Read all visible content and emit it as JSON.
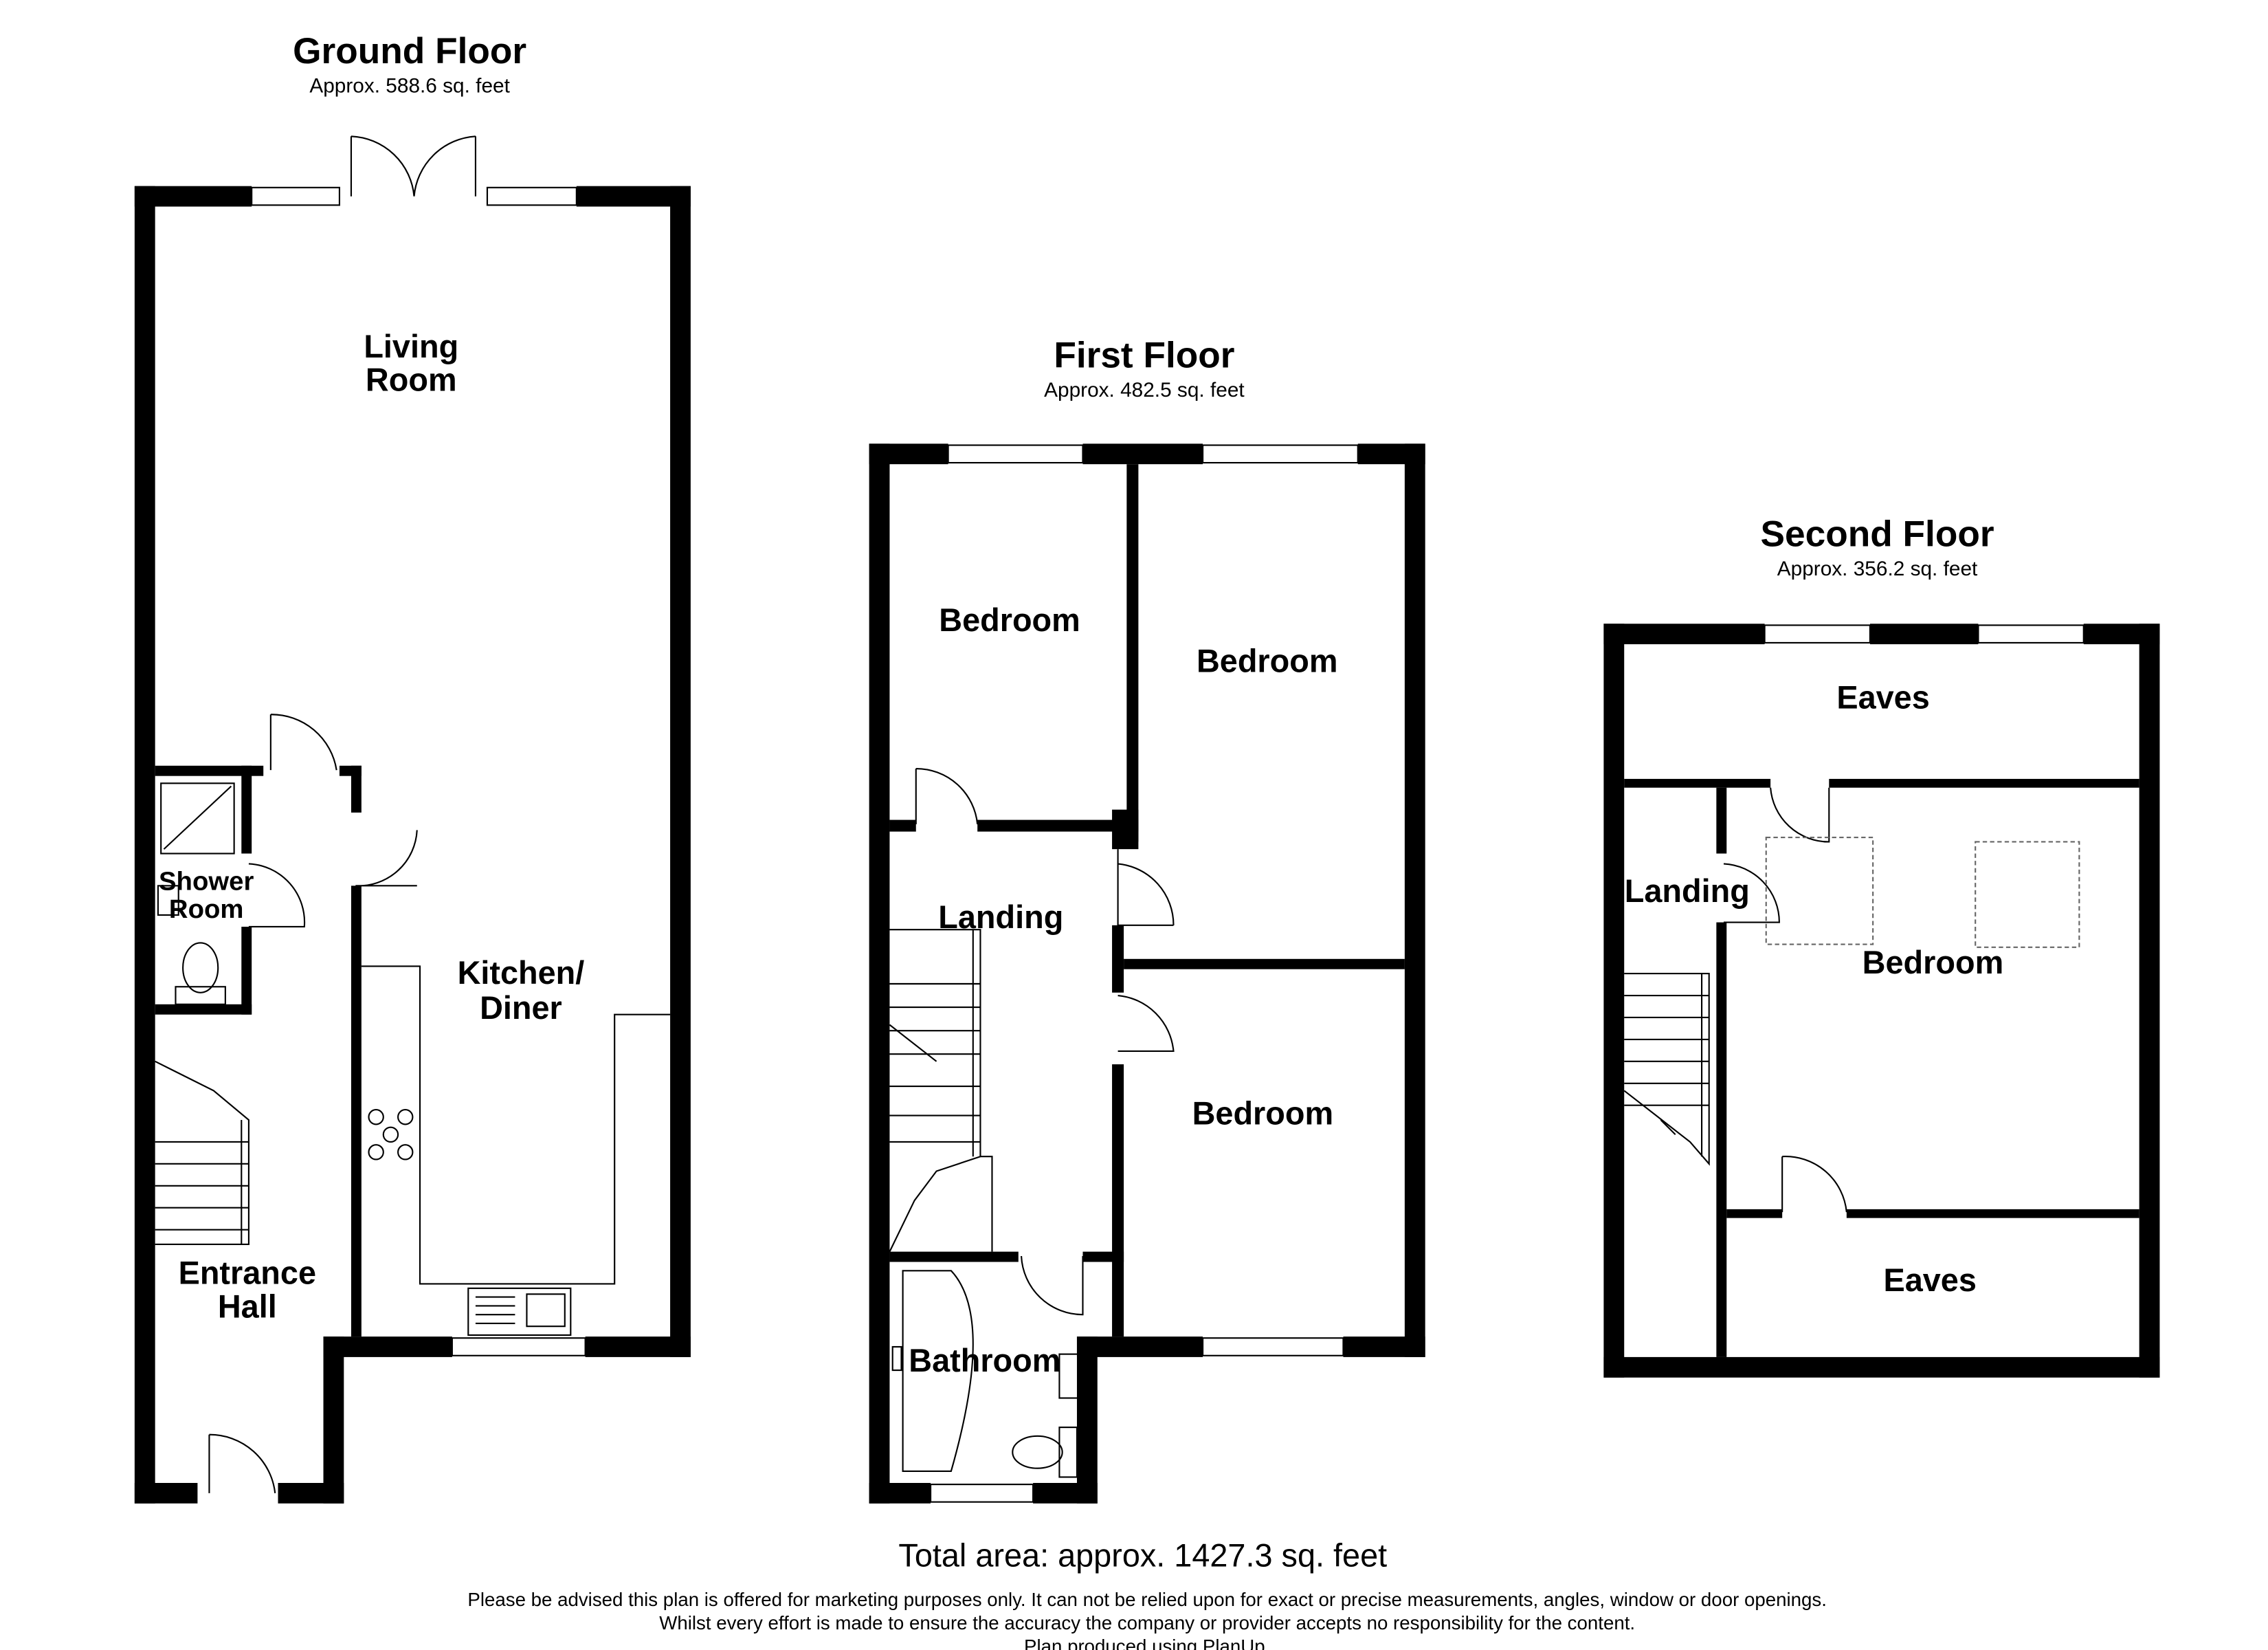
{
  "floors": {
    "ground": {
      "title": "Ground Floor",
      "area": "Approx. 588.6 sq. feet",
      "rooms": {
        "living_1": "Living",
        "living_2": "Room",
        "shower_1": "Shower",
        "shower_2": "Room",
        "kitchen_1": "Kitchen/",
        "kitchen_2": "Diner",
        "hall_1": "Entrance",
        "hall_2": "Hall"
      }
    },
    "first": {
      "title": "First Floor",
      "area": "Approx. 482.5 sq. feet",
      "rooms": {
        "bedroom_a": "Bedroom",
        "bedroom_b": "Bedroom",
        "bedroom_c": "Bedroom",
        "landing": "Landing",
        "bathroom": "Bathroom"
      }
    },
    "second": {
      "title": "Second Floor",
      "area": "Approx. 356.2 sq. feet",
      "rooms": {
        "eaves_top": "Eaves",
        "eaves_bottom": "Eaves",
        "landing": "Landing",
        "bedroom": "Bedroom"
      }
    }
  },
  "footer": {
    "total": "Total area: approx. 1427.3 sq. feet",
    "disclaimer_1": "Please be advised this plan is offered for marketing purposes only. It can not be relied upon for exact or precise measurements, angles, window or door openings.",
    "disclaimer_2": "Whilst every effort is made to ensure the accuracy the company or provider accepts no responsibility for the content.",
    "credit": "Plan produced using PlanUp."
  }
}
